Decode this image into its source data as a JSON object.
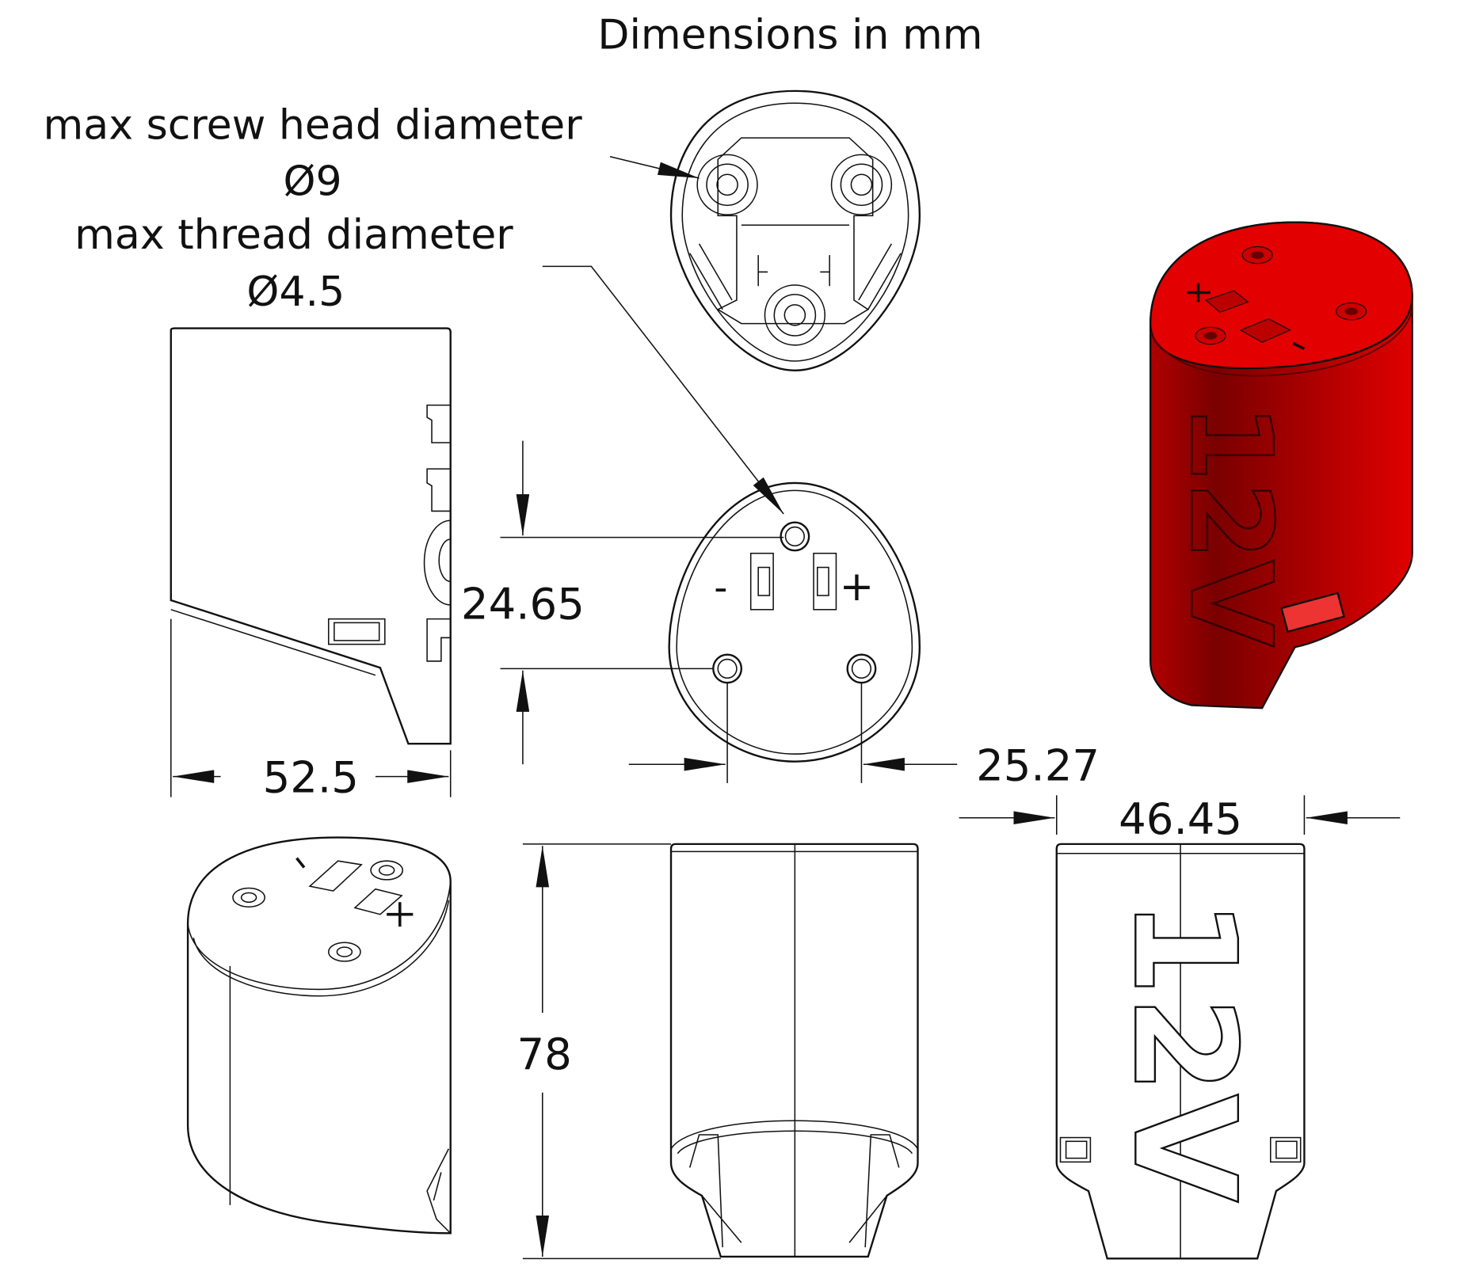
{
  "title": "Dimensions in mm",
  "annotations": {
    "screw_head_label": "max screw head diameter",
    "screw_head_value": "Ø9",
    "thread_label": "max thread diameter",
    "thread_value": "Ø4.5"
  },
  "dimensions": {
    "side_width": "52.5",
    "hole_spacing_vertical": "24.65",
    "hole_spacing_horizontal": "25.27",
    "height": "78",
    "depth": "46.45"
  },
  "marks": {
    "minus": "-",
    "plus": "+",
    "voltage": "12V"
  },
  "colors": {
    "render_red": "#d10000",
    "line": "#111111"
  }
}
